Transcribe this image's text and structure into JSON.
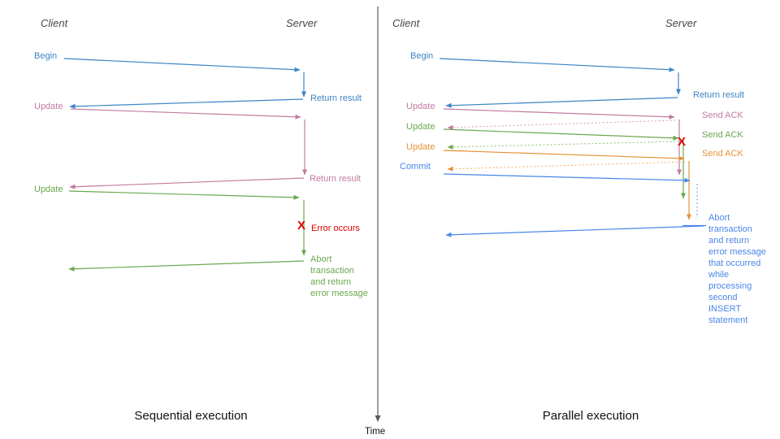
{
  "palette": {
    "blue": "#3d85c6",
    "pink": "#c27ba0",
    "green": "#6aa84f",
    "orange": "#e69138",
    "commit_blue": "#4a86e8",
    "pink_light": "#d5a6bd",
    "green_light": "#93c47d",
    "orange_light": "#f6b26b",
    "commit_blue_light": "#6d9eeb",
    "red": "#e00000",
    "axis_gray": "#595959"
  },
  "timeline": {
    "axis_label": "Time"
  },
  "left_panel": {
    "title": "Sequential execution",
    "client_header": "Client",
    "server_header": "Server",
    "labels": {
      "begin": "Begin",
      "return_result_1": "Return result",
      "update_1": "Update",
      "return_result_2": "Return result",
      "update_2": "Update",
      "error_marker": "X",
      "error": "Error occurs",
      "abort_lines": [
        "Abort",
        "transaction",
        "and return",
        "error message"
      ]
    }
  },
  "right_panel": {
    "title": "Parallel execution",
    "client_header": "Client",
    "server_header": "Server",
    "labels": {
      "begin": "Begin",
      "return_result": "Return result",
      "update_1": "Update",
      "send_ack_1": "Send ACK",
      "update_2": "Update",
      "send_ack_2": "Send ACK",
      "update_3": "Update",
      "send_ack_3": "Send ACK",
      "commit": "Commit",
      "error_marker": "X",
      "abort_lines": [
        "Abort",
        "transaction",
        "and return",
        "error message",
        "that occurred",
        "while",
        "processing",
        "second",
        "INSERT",
        "statement"
      ]
    }
  }
}
